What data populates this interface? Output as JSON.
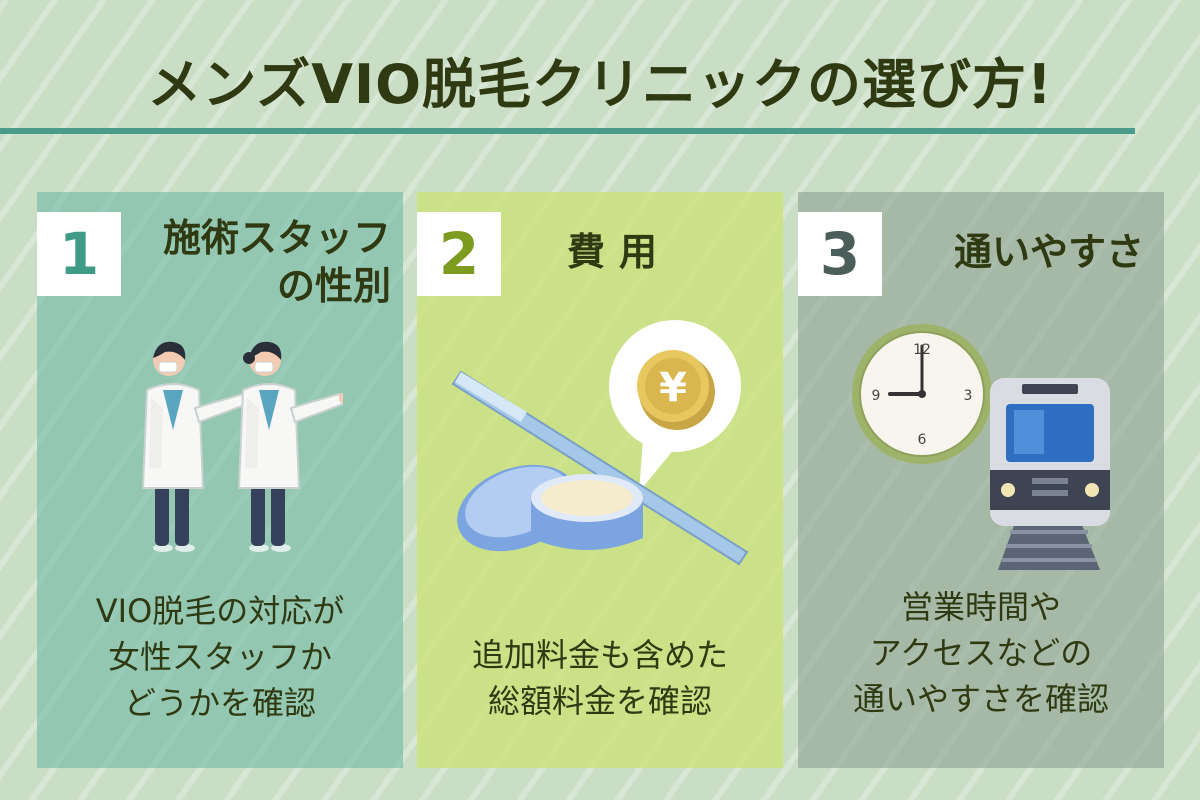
{
  "title": "メンズVIO脱毛クリニックの選び方!",
  "cards": [
    {
      "number": "1",
      "heading_lines": [
        "施術スタッフ",
        "の性別"
      ],
      "desc_lines": [
        "VIO脱毛の対応が",
        "女性スタッフか",
        "どうかを確認"
      ]
    },
    {
      "number": "2",
      "heading_lines": [
        "費用"
      ],
      "desc_lines": [
        "追加料金も含めた",
        "総額料金を確認"
      ]
    },
    {
      "number": "3",
      "heading_lines": [
        "通いやすさ"
      ],
      "desc_lines": [
        "営業時間や",
        "アクセスなどの",
        "通いやすさを確認"
      ]
    }
  ],
  "clock": {
    "numerals": [
      "12",
      "3",
      "6",
      "9"
    ]
  },
  "coin": {
    "symbol": "¥"
  },
  "colors": {
    "background": "#c9dec5",
    "title_text": "#2f3a12",
    "rule": "#4a9b8a",
    "card1": "#66b5a2",
    "card2": "#cce270",
    "card3": "#879a8c"
  }
}
